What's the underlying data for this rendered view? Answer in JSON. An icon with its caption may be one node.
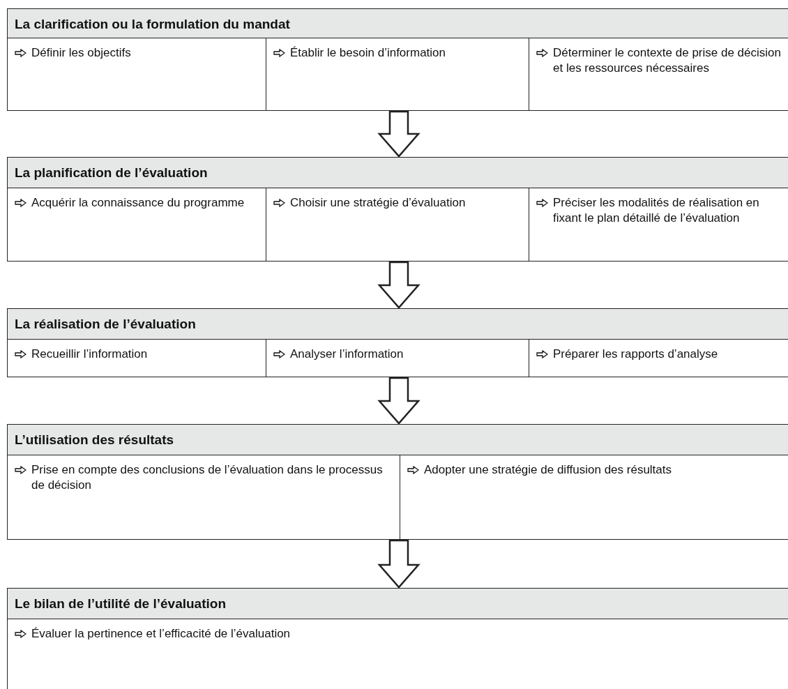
{
  "diagram": {
    "nodes": [
      {
        "text": [
          "La clarification ou la formulation du mandat"
        ]
      },
      {
        "text": [
          "Définir les objectifs"
        ],
        "in": 0
      },
      {
        "text": [
          "Établir le besoin d’information"
        ],
        "in": 0
      },
      {
        "text": [
          "Déterminer le contexte de prise de décision et les ressources nécessaires"
        ],
        "in": 0
      },
      {
        "text": [
          "La planification de l’évaluation"
        ]
      },
      {
        "text": [
          "Acquérir la connaissance du programme"
        ],
        "in": 4
      },
      {
        "text": [
          "Choisir une stratégie d’évaluation"
        ],
        "in": 4
      },
      {
        "text": [
          "Préciser les modalités de réalisation en fixant le plan détaillé de l’évaluation"
        ],
        "in": 4
      },
      {
        "text": [
          "La réalisation de l’évaluation"
        ]
      },
      {
        "text": [
          "Recueillir l’information"
        ],
        "in": 8
      },
      {
        "text": [
          "Analyser l’information"
        ],
        "in": 8
      },
      {
        "text": [
          "Préparer les rapports d’analyse"
        ],
        "in": 8
      },
      {
        "text": [
          "L’utilisation des résultats"
        ]
      },
      {
        "text": [
          "Prise en compte des conclusions de l’évaluation dans le processus de décision"
        ],
        "in": 12
      },
      {
        "text": [
          "Adopter une stratégie de diffusion des résultats"
        ],
        "in": 12
      },
      {
        "text": [
          "Le bilan de l’utilité de l’évaluation"
        ]
      },
      {
        "text": [
          "Évaluer la pertinence et l’efficacité de l’évaluation"
        ],
        "in": 15
      }
    ],
    "edges": [
      {
        "from": 0,
        "to": 4,
        "arrow": "to"
      },
      {
        "from": 4,
        "to": 8,
        "arrow": "to"
      },
      {
        "from": 8,
        "to": 12,
        "arrow": "to"
      },
      {
        "from": 12,
        "to": 15,
        "arrow": "to"
      }
    ]
  }
}
